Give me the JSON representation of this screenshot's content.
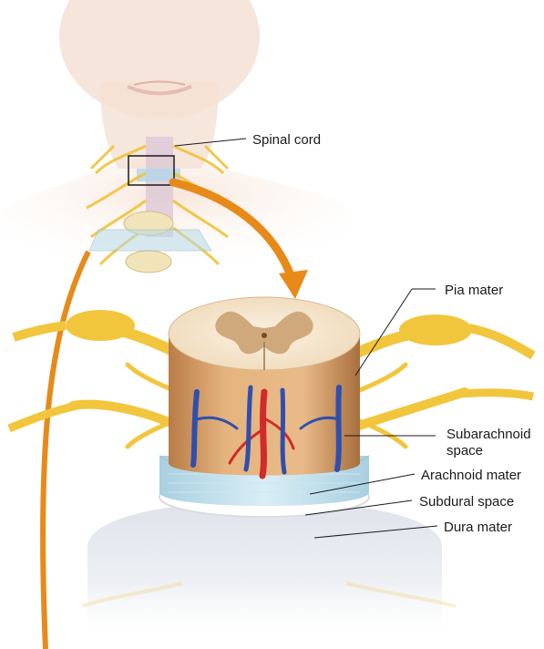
{
  "labels": {
    "spinal_cord": "Spinal cord",
    "pia_mater": "Pia mater",
    "subarachnoid_line1": "Subarachnoid",
    "subarachnoid_line2": "space",
    "arachnoid_mater": "Arachnoid mater",
    "subdural_space": "Subdural space",
    "dura_mater": "Dura mater"
  },
  "colors": {
    "arrow": "#e88a1a",
    "nerve": "#f2c63c",
    "white_matter": "#f3e2c8",
    "gray_matter": "#cfa97c",
    "cord_side": "#e3b07a",
    "artery": "#d22a2a",
    "vein": "#2f4fae",
    "arachnoid": "#bfe0ee",
    "skin": "#f3dccc"
  }
}
